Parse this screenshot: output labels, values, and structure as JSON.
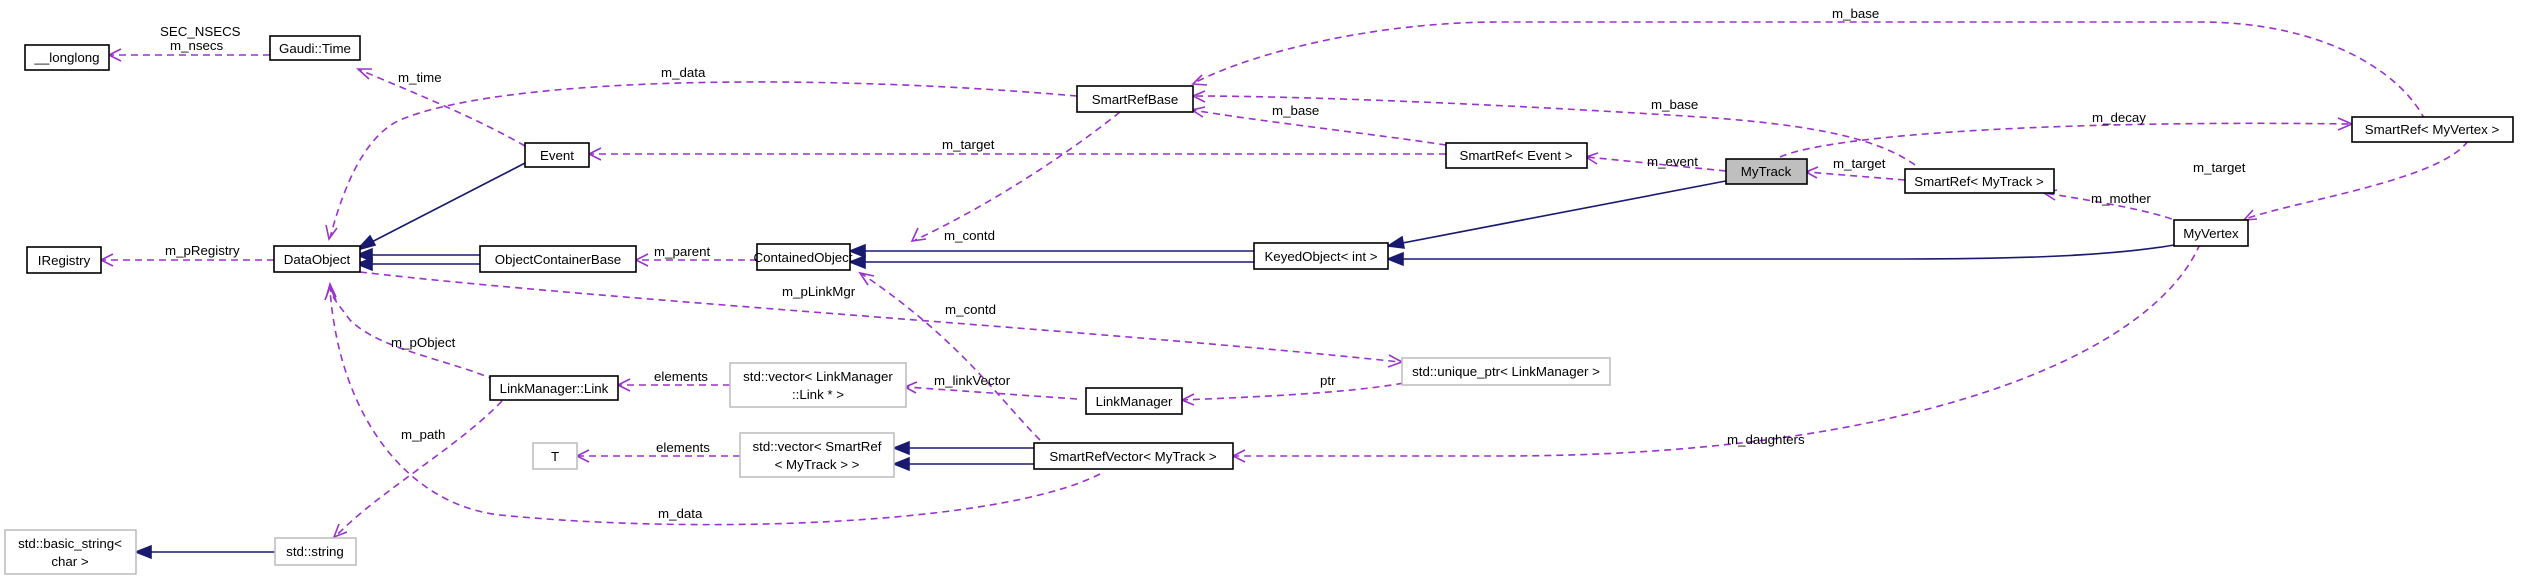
{
  "nodes": {
    "longlong": "__longlong",
    "gaudi_time": "Gaudi::Time",
    "smartrefbase": "SmartRefBase",
    "smartref_myvertex": "SmartRef< MyVertex >",
    "event": "Event",
    "smartref_event": "SmartRef< Event >",
    "mytrack": "MyTrack",
    "smartref_mytrack": "SmartRef< MyTrack >",
    "iregistry": "IRegistry",
    "dataobject": "DataObject",
    "objectcontainerbase": "ObjectContainerBase",
    "containedobject": "ContainedObject",
    "keyedobject": "KeyedObject< int >",
    "myvertex": "MyVertex",
    "linkmanager_link": "LinkManager::Link",
    "vector_link_line1": "std::vector< LinkManager",
    "vector_link_line2": "::Link * >",
    "linkmanager": "LinkManager",
    "unique_ptr": "std::unique_ptr< LinkManager >",
    "t": "T",
    "vector_smartref_line1": "std::vector< SmartRef",
    "vector_smartref_line2": "< MyTrack > >",
    "smartrefvector": "SmartRefVector< MyTrack >",
    "basic_string_line1": "std::basic_string<",
    "basic_string_line2": "char >",
    "string": "std::string"
  },
  "edge_labels": {
    "sec_nsecs": "SEC_NSECS",
    "m_nsecs": "m_nsecs",
    "m_time": "m_time",
    "m_data_top": "m_data",
    "m_base_top": "m_base",
    "m_base_mid": "m_base",
    "m_base_left": "m_base",
    "m_decay": "m_decay",
    "m_target_event": "m_target",
    "m_event": "m_event",
    "m_target_track": "m_target",
    "m_target_vertex": "m_target",
    "m_mother": "m_mother",
    "m_contd_top": "m_contd",
    "m_pregistry": "m_pRegistry",
    "m_parent": "m_parent",
    "m_plinkmgr": "m_pLinkMgr",
    "m_contd_bottom": "m_contd",
    "m_pobject": "m_pObject",
    "elements_link": "elements",
    "m_linkvector": "m_linkVector",
    "ptr": "ptr",
    "m_path": "m_path",
    "m_daughters": "m_daughters",
    "elements_smartref": "elements",
    "m_data_bottom": "m_data"
  },
  "colors": {
    "inheritance": "#191970",
    "usage": "#9a32cd",
    "focus_fill": "#bfbfbf",
    "undocumented_border": "#bfbfbf"
  }
}
